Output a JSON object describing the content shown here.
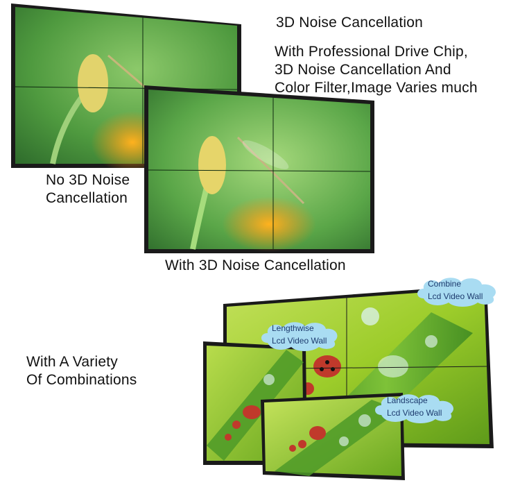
{
  "noise": {
    "heading": "3D Noise Cancellation",
    "description_lines": [
      "With Professional Drive Chip,",
      "3D Noise Cancellation And",
      "Color Filter,Image Varies much"
    ],
    "without_label_lines": [
      "No 3D Noise",
      "Cancellation"
    ],
    "with_label": "With 3D Noise Cancellation"
  },
  "combinations": {
    "label_lines": [
      "With A Variety",
      "Of Combinations"
    ],
    "clouds": {
      "combine": [
        "Combine",
        "Lcd Video Wall"
      ],
      "lengthwise": [
        "Lengthwise",
        "Lcd Video Wall"
      ],
      "landscape": [
        "Landscape",
        "Lcd Video Wall"
      ]
    }
  },
  "colors": {
    "cloud_fill": "#a9dcf2",
    "bezel": "#1a1a1a",
    "dragonfly_bg": "#4f9a3f",
    "leaf_bg": "#9ccc2a"
  }
}
